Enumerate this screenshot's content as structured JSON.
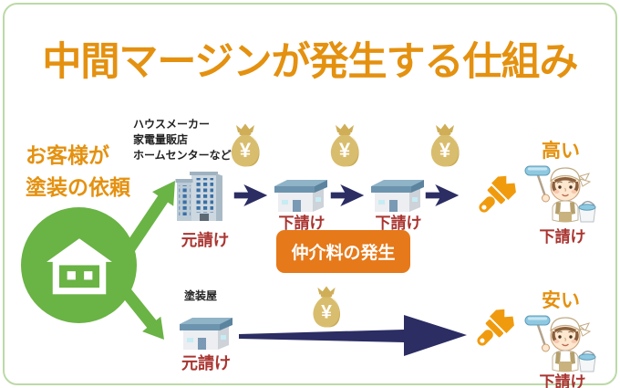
{
  "title": "中間マージンが発生する仕組み",
  "customer": {
    "line1": "お客様が",
    "line2": "塗装の依頼"
  },
  "top_path": {
    "company_types": [
      "ハウスメーカー",
      "家電量販店",
      "ホームセンターなど"
    ],
    "prime_contractor": "元請け",
    "subcontractor1": "下請け",
    "subcontractor2": "下請け",
    "painter": "下請け",
    "price": "高い"
  },
  "fee_box": "仲介料の発生",
  "bottom_path": {
    "company_type": "塗装屋",
    "prime_contractor": "元請け",
    "painter": "下請け",
    "price": "安い"
  },
  "money_bag_symbol": "¥",
  "colors": {
    "title_orange": "#e49110",
    "fee_box_orange": "#e6791a",
    "label_red": "#a93531",
    "arrow_navy": "#2b2d63",
    "green": "#6ab345",
    "bag_gold": "#d9bd6e",
    "border_green": "#bcd9a6"
  }
}
